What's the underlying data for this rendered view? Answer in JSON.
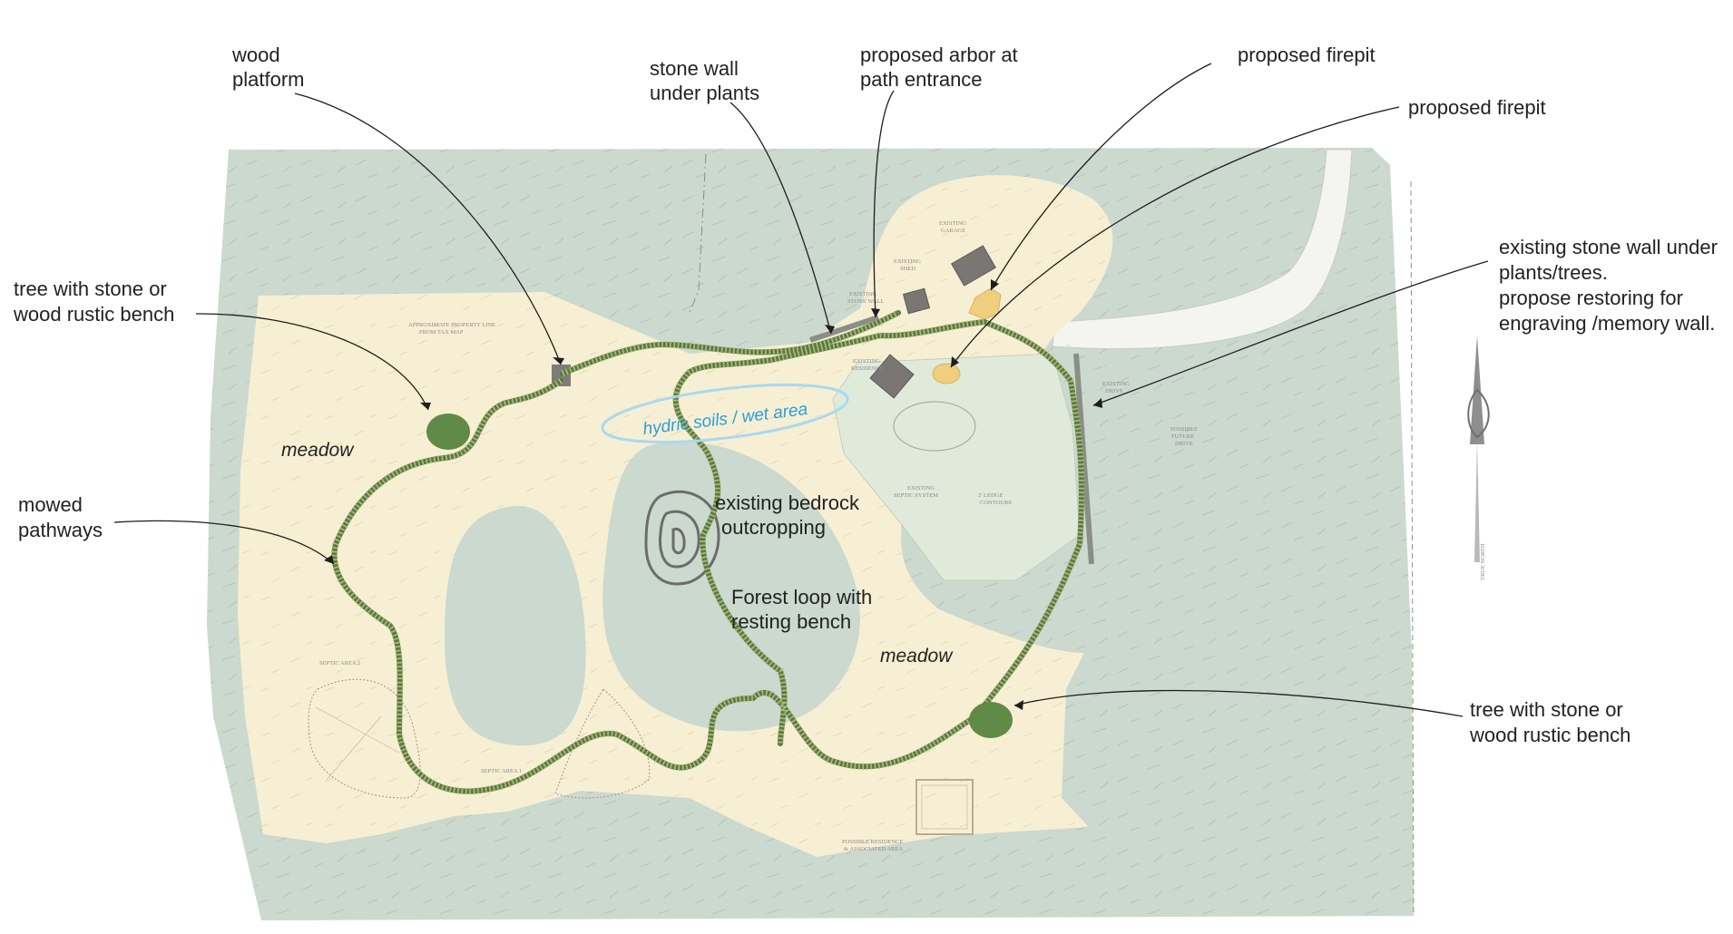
{
  "callouts": {
    "wood_platform": [
      "wood",
      "platform"
    ],
    "stone_wall": [
      "stone wall",
      "under plants"
    ],
    "arbor": [
      "proposed arbor at",
      "path entrance"
    ],
    "firepit_1": [
      "proposed firepit"
    ],
    "firepit_2": [
      "proposed firepit"
    ],
    "existing_wall": [
      "existing stone wall under",
      "plants/trees.",
      "propose restoring for",
      "engraving /memory wall."
    ],
    "tree_bench_left": [
      "tree with stone or",
      "wood rustic bench"
    ],
    "mowed": [
      "mowed",
      "pathways"
    ],
    "tree_bench_right": [
      "tree with stone or",
      "wood rustic bench"
    ],
    "bedrock": [
      "existing bedrock",
      "outcropping"
    ],
    "forest_loop": [
      "Forest loop with",
      "resting bench"
    ]
  },
  "area_labels": {
    "meadow_west": "meadow",
    "meadow_south": "meadow",
    "wet_area": "hydric soils / wet area"
  },
  "plan_notes": {
    "property_line": [
      "APPROXIMATE PROPERTY LINE",
      "FROM TAX MAP"
    ],
    "garage": [
      "EXISTING",
      "GARAGE"
    ],
    "shed": [
      "EXISTING",
      "SHED"
    ],
    "stone_wall_note": [
      "EXISTING",
      "STONE WALL"
    ],
    "residence": [
      "EXISTING",
      "RESIDENCE"
    ],
    "septic_system": [
      "EXISTING",
      "SEPTIC SYSTEM"
    ],
    "ledge": [
      "2' LEDGE",
      "CONTOURS"
    ],
    "drive": [
      "EXISTING",
      "DRIVE"
    ],
    "future_drive": [
      "POSSIBLE",
      "FUTURE",
      "DRIVE"
    ],
    "septic_area_2": "SEPTIC AREA 2",
    "septic_area_1": "SEPTIC AREA 1",
    "possible_residence": [
      "POSSIBLE RESIDENCE",
      "& ASSOCIATED AREA"
    ],
    "north": "TRUE NORTH"
  },
  "colors": {
    "woods": "#cbd9cf",
    "meadow": "#f7efd3",
    "lawn": "#dfeadb",
    "trail": "#5e7a3c",
    "tree": "#5f8a47",
    "wet_outline": "#a9d9ef",
    "wet_text": "#2a9fd8",
    "wall": "#8a8e86",
    "firepit": "#efcf7e"
  },
  "icons": {
    "tree": "tree-symbol",
    "north_arrow": "north-arrow-icon",
    "building": "building-footprint"
  }
}
